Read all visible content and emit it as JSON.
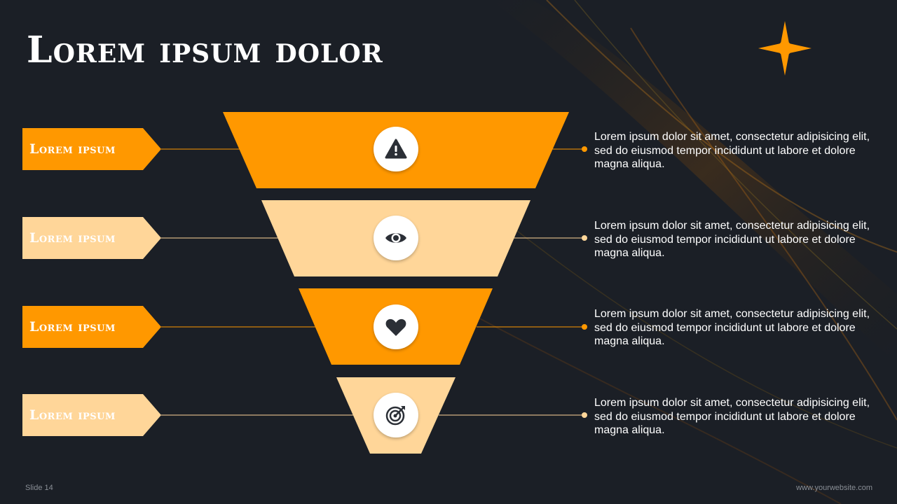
{
  "slide": {
    "title": "Lorem ipsum dolor",
    "footer_left": "Slide 14",
    "footer_right": "www.yourwebsite.com"
  },
  "colors": {
    "accent": "#ff9800",
    "accent_light": "#ffd699",
    "background": "#1a1e24",
    "text": "#ffffff"
  },
  "funnel": {
    "levels": [
      {
        "label": "Lorem ipsum",
        "icon": "warning-icon",
        "description": "Lorem ipsum dolor sit amet, consectetur adipisicing elit, sed do eiusmod tempor incididunt ut labore et dolore magna aliqua."
      },
      {
        "label": "Lorem ipsum",
        "icon": "eye-icon",
        "description": "Lorem ipsum dolor sit amet, consectetur adipisicing elit, sed do eiusmod tempor incididunt ut labore et dolore magna aliqua."
      },
      {
        "label": "Lorem ipsum",
        "icon": "heart-icon",
        "description": "Lorem ipsum dolor sit amet, consectetur adipisicing elit, sed do eiusmod tempor incididunt ut labore et dolore magna aliqua."
      },
      {
        "label": "Lorem ipsum",
        "icon": "target-icon",
        "description": "Lorem ipsum dolor sit amet, consectetur adipisicing elit, sed do eiusmod tempor incididunt ut labore et dolore magna aliqua."
      }
    ]
  }
}
